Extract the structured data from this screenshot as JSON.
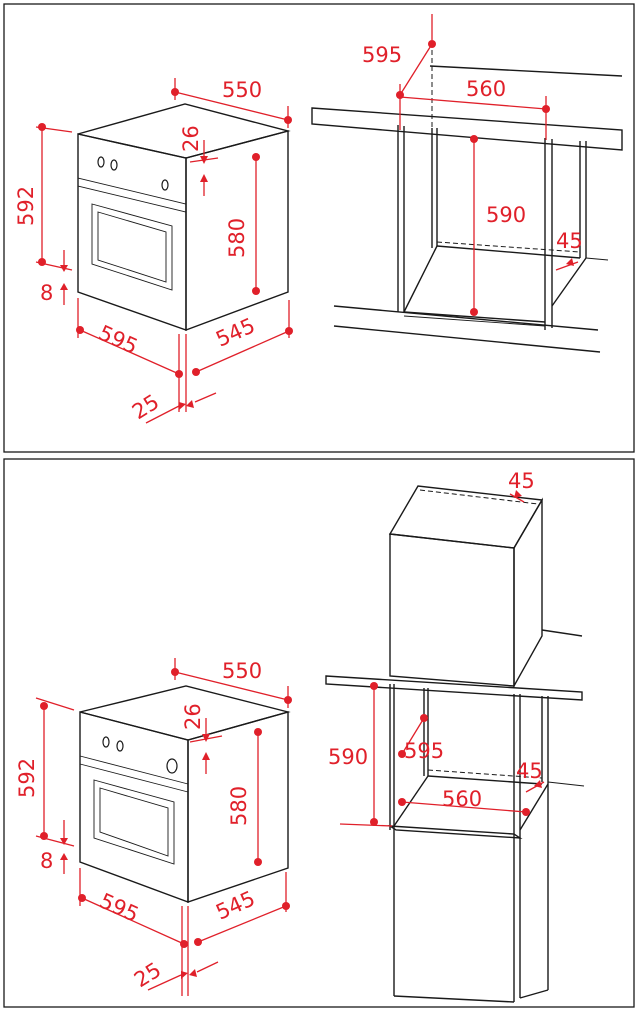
{
  "colors": {
    "dimension": "#e0202a",
    "line": "#1a1a1a"
  },
  "panels": [
    {
      "appliance": {
        "width": "595",
        "height": "592",
        "depth": "550",
        "body_height": "580",
        "body_depth": "545",
        "top_offset": "26",
        "bottom_offset": "8",
        "front_thickness": "25"
      },
      "niche": {
        "depth": "595",
        "width": "560",
        "height": "590",
        "vent": "45"
      }
    },
    {
      "appliance": {
        "width": "595",
        "height": "592",
        "depth": "550",
        "body_height": "580",
        "body_depth": "545",
        "top_offset": "26",
        "bottom_offset": "8",
        "front_thickness": "25"
      },
      "niche": {
        "top_vent": "45",
        "height": "590",
        "depth": "595",
        "vent": "45",
        "width": "560"
      }
    }
  ]
}
